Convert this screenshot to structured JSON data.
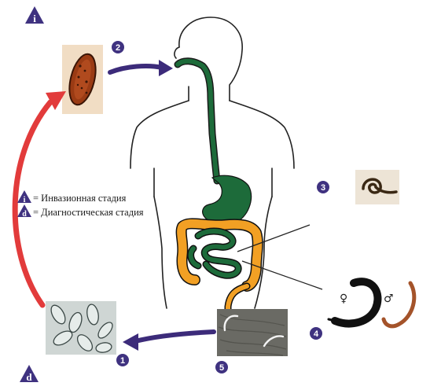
{
  "markers": {
    "infective": "i",
    "diagnostic": "d"
  },
  "legend": {
    "infective_label": "= Инвазионная стадия",
    "diagnostic_label": "= Диагностическая стадия"
  },
  "steps": {
    "s1": "1",
    "s2": "2",
    "s3": "3",
    "s4": "4",
    "s5": "5"
  },
  "sex_symbols": {
    "female": "♀",
    "male": "♂"
  },
  "colors": {
    "marker_purple": "#3f3280",
    "arrow_purple": "#3c2b7a",
    "arrow_red": "#e23b3b",
    "digestive_green": "#1d6b3a",
    "colon_orange": "#f2a024",
    "outline": "#222222"
  }
}
